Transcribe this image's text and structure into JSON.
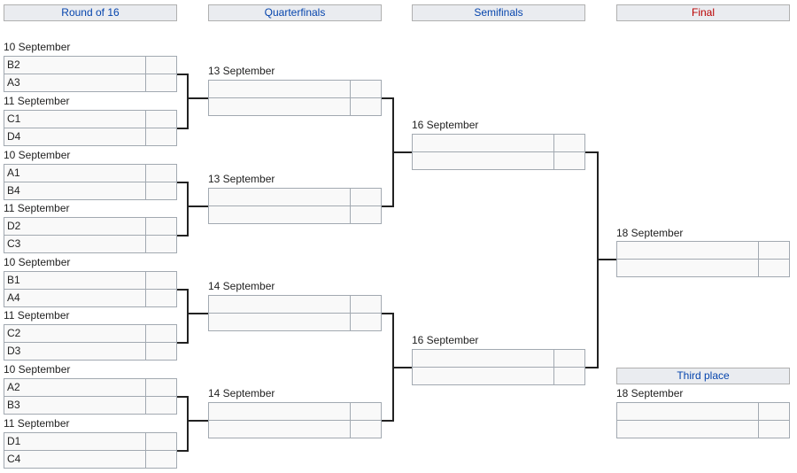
{
  "headers": {
    "round16": "Round of 16",
    "quarterfinals": "Quarterfinals",
    "semifinals": "Semifinals",
    "final": "Final",
    "third_place": "Third place"
  },
  "round16": [
    {
      "date": "10 September",
      "team1": "B2",
      "team2": "A3",
      "score1": "",
      "score2": ""
    },
    {
      "date": "11 September",
      "team1": "C1",
      "team2": "D4",
      "score1": "",
      "score2": ""
    },
    {
      "date": "10 September",
      "team1": "A1",
      "team2": "B4",
      "score1": "",
      "score2": ""
    },
    {
      "date": "11 September",
      "team1": "D2",
      "team2": "C3",
      "score1": "",
      "score2": ""
    },
    {
      "date": "10 September",
      "team1": "B1",
      "team2": "A4",
      "score1": "",
      "score2": ""
    },
    {
      "date": "11 September",
      "team1": "C2",
      "team2": "D3",
      "score1": "",
      "score2": ""
    },
    {
      "date": "10 September",
      "team1": "A2",
      "team2": "B3",
      "score1": "",
      "score2": ""
    },
    {
      "date": "11 September",
      "team1": "D1",
      "team2": "C4",
      "score1": "",
      "score2": ""
    }
  ],
  "quarterfinals": [
    {
      "date": "13 September",
      "team1": "",
      "team2": "",
      "score1": "",
      "score2": ""
    },
    {
      "date": "13 September",
      "team1": "",
      "team2": "",
      "score1": "",
      "score2": ""
    },
    {
      "date": "14 September",
      "team1": "",
      "team2": "",
      "score1": "",
      "score2": ""
    },
    {
      "date": "14 September",
      "team1": "",
      "team2": "",
      "score1": "",
      "score2": ""
    }
  ],
  "semifinals": [
    {
      "date": "16 September",
      "team1": "",
      "team2": "",
      "score1": "",
      "score2": ""
    },
    {
      "date": "16 September",
      "team1": "",
      "team2": "",
      "score1": "",
      "score2": ""
    }
  ],
  "final": {
    "date": "18 September",
    "team1": "",
    "team2": "",
    "score1": "",
    "score2": ""
  },
  "third_place": {
    "date": "18 September",
    "team1": "",
    "team2": "",
    "score1": "",
    "score2": ""
  },
  "colors": {
    "header_link": "#0645ad",
    "header_final": "#ba0000",
    "connector": "#222222",
    "slot_bg": "#f9f9f9"
  }
}
